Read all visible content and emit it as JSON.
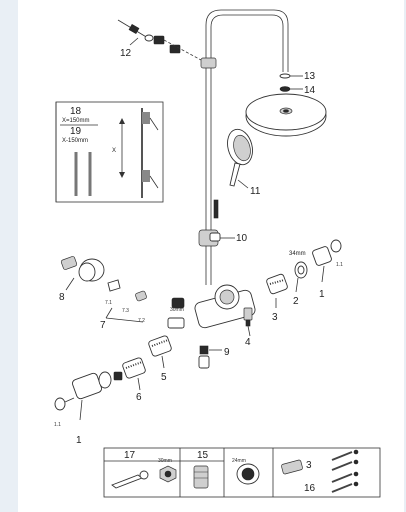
{
  "callouts": {
    "c1a": "1",
    "c1b": "1",
    "c2": "2",
    "c3a": "3",
    "c4": "4",
    "c5": "5",
    "c6": "6",
    "c7": "7",
    "c71": "7.1",
    "c72": "7.2",
    "c73": "7.3",
    "c8": "8",
    "c9": "9",
    "c10": "10",
    "c11": "11",
    "c12": "12",
    "c13": "13",
    "c14": "14",
    "c11a": "1.1",
    "c11b": "1.1"
  },
  "measures": {
    "wrench34": "34mm",
    "wrench30": "30mm"
  },
  "inset": {
    "part18": "18",
    "spec18": "X=150mm",
    "part19": "19",
    "spec19": "X-150mm",
    "xlabel": "X"
  },
  "tools": {
    "t17": "17",
    "t15": "15",
    "nut30": "30mm",
    "ring24": "24mm",
    "t3": "3",
    "t16": "16"
  }
}
